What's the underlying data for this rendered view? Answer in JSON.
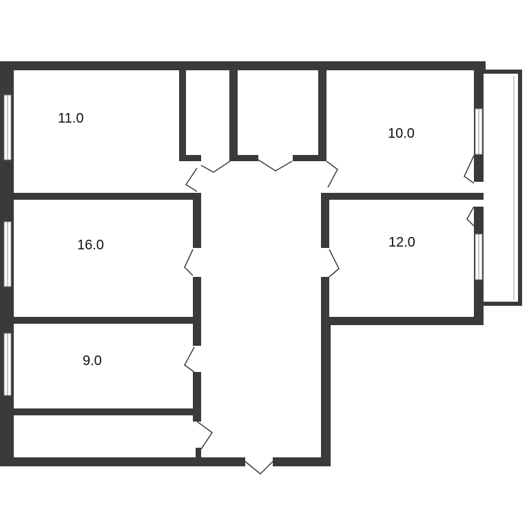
{
  "colors": {
    "wall": "#3a3a3a",
    "window": "#ffffff",
    "door": "#3a3a3a",
    "background": "#ffffff"
  },
  "rooms": [
    {
      "id": "room-top-left",
      "area": "11.0"
    },
    {
      "id": "room-middle-left",
      "area": "16.0"
    },
    {
      "id": "room-bottom-left",
      "area": "9.0"
    },
    {
      "id": "room-top-right",
      "area": "10.0"
    },
    {
      "id": "room-middle-right",
      "area": "12.0"
    }
  ]
}
